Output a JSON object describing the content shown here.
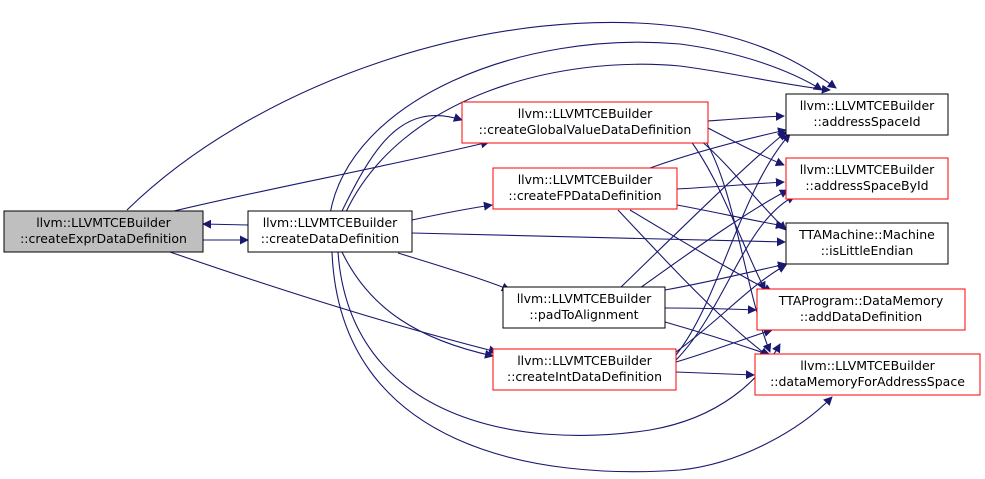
{
  "colors": {
    "edge": "#191970",
    "focus_fill": "#bfbfbf",
    "focus_border": "#000000",
    "border_black": "#000000",
    "border_red": "#ff0000",
    "text": "#000000"
  },
  "nodes": {
    "createExprDataDefinition": {
      "line1": "llvm::LLVMTCEBuilder",
      "line2": "::createExprDataDefinition",
      "border": "black",
      "focus": true
    },
    "createDataDefinition": {
      "line1": "llvm::LLVMTCEBuilder",
      "line2": "::createDataDefinition",
      "border": "black"
    },
    "createGlobalValueDataDefinition": {
      "line1": "llvm::LLVMTCEBuilder",
      "line2": "::createGlobalValueDataDefinition",
      "border": "red"
    },
    "createFPDataDefinition": {
      "line1": "llvm::LLVMTCEBuilder",
      "line2": "::createFPDataDefinition",
      "border": "red"
    },
    "padToAlignment": {
      "line1": "llvm::LLVMTCEBuilder",
      "line2": "::padToAlignment",
      "border": "black"
    },
    "createIntDataDefinition": {
      "line1": "llvm::LLVMTCEBuilder",
      "line2": "::createIntDataDefinition",
      "border": "red"
    },
    "addressSpaceId": {
      "line1": "llvm::LLVMTCEBuilder",
      "line2": "::addressSpaceId",
      "border": "black"
    },
    "addressSpaceById": {
      "line1": "llvm::LLVMTCEBuilder",
      "line2": "::addressSpaceById",
      "border": "red"
    },
    "isLittleEndian": {
      "line1": "TTAMachine::Machine",
      "line2": "::isLittleEndian",
      "border": "black"
    },
    "addDataDefinition": {
      "line1": "TTAProgram::DataMemory",
      "line2": "::addDataDefinition",
      "border": "red"
    },
    "dataMemoryForAddressSpace": {
      "line1": "llvm::LLVMTCEBuilder",
      "line2": "::dataMemoryForAddressSpace",
      "border": "red"
    }
  }
}
